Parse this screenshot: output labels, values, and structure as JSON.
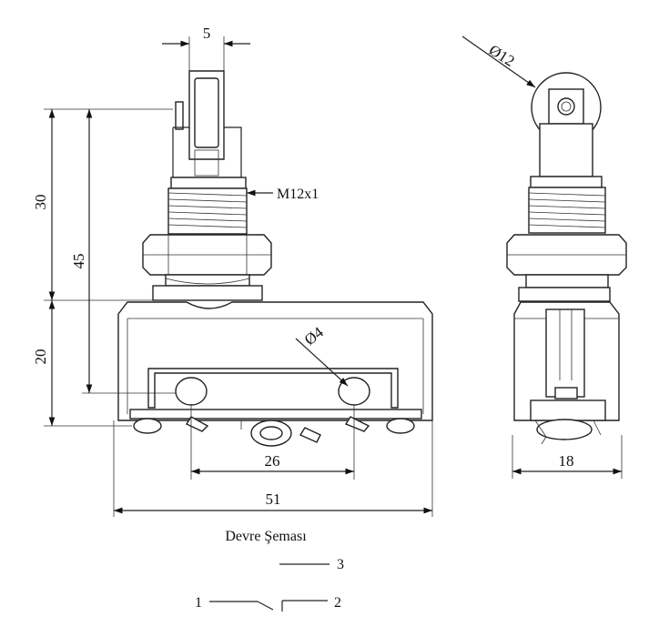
{
  "dimensions": {
    "top_width": "5",
    "roller_diameter": "Ø12",
    "thread": "M12x1",
    "height_30": "30",
    "height_45": "45",
    "height_20": "20",
    "hole_diameter": "Ø4",
    "hole_spacing": "26",
    "overall_width": "51",
    "side_width": "18"
  },
  "circuit": {
    "title": "Devre Şeması",
    "terminal_1": "1",
    "terminal_2": "2",
    "terminal_3": "3"
  }
}
